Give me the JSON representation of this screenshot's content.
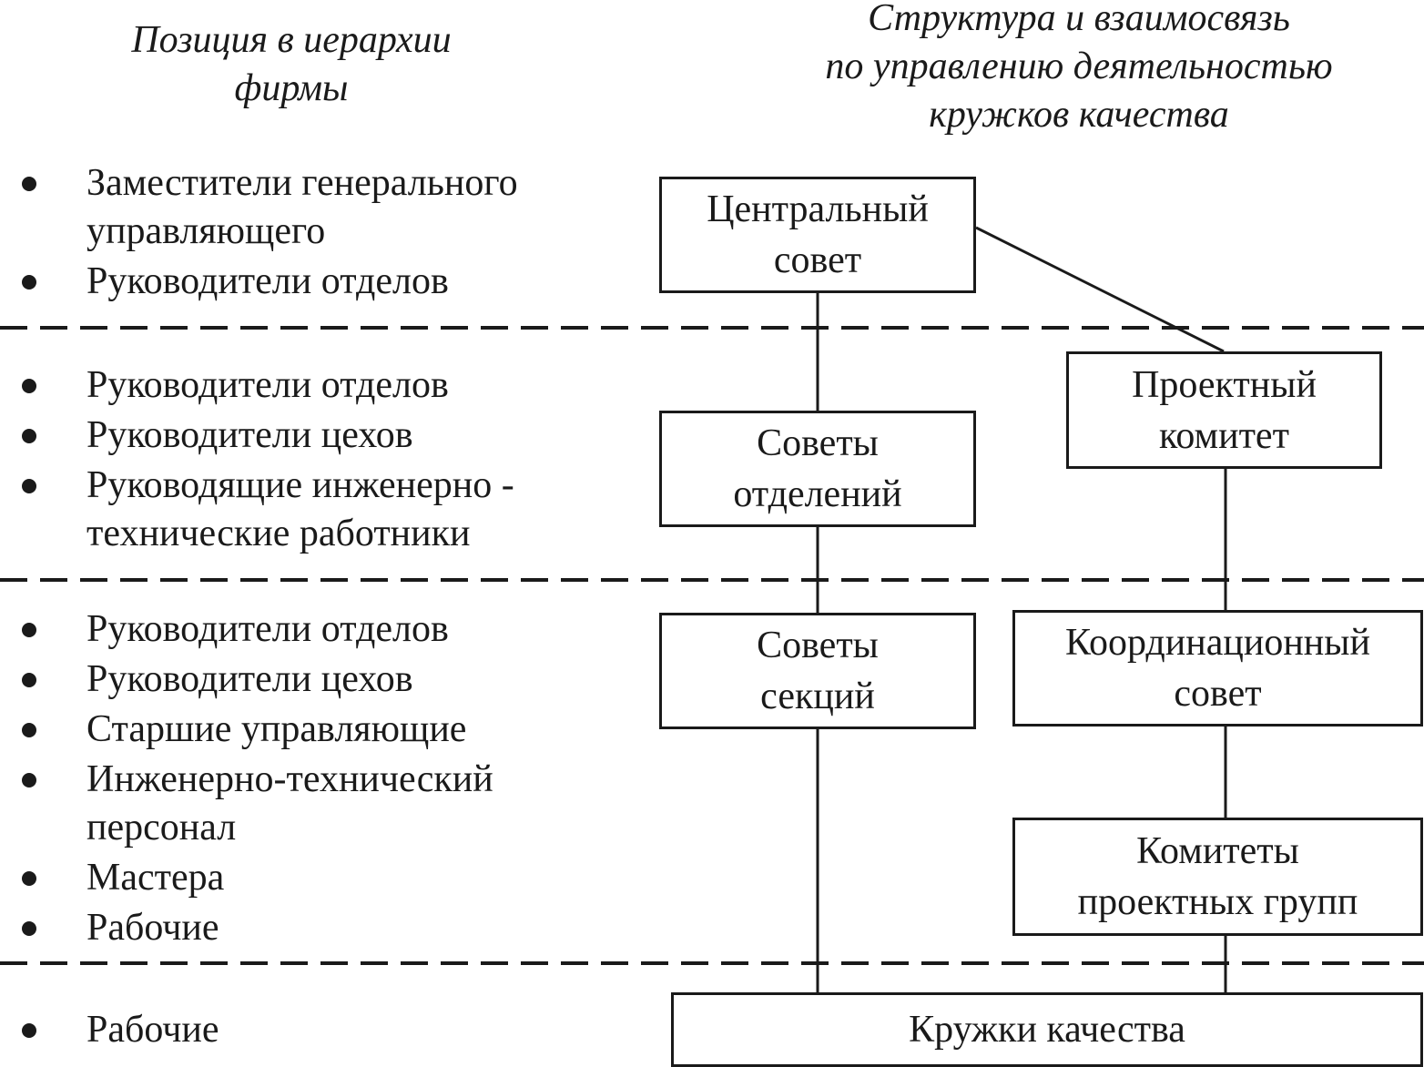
{
  "headings": {
    "left": [
      "Позиция в иерархии",
      "фирмы"
    ],
    "right": [
      "Структура и взаимосвязь",
      "по управлению деятельностью",
      "кружков качества"
    ]
  },
  "levels": [
    {
      "items": [
        [
          "Заместители генерального",
          "управляющего"
        ],
        [
          "Руководители отделов"
        ]
      ]
    },
    {
      "items": [
        [
          "Руководители отделов"
        ],
        [
          "Руководители цехов"
        ],
        [
          "Руководящие инженерно -",
          "технические работники"
        ]
      ]
    },
    {
      "items": [
        [
          "Руководители отделов"
        ],
        [
          "Руководители цехов"
        ],
        [
          "Старшие управляющие"
        ],
        [
          "Инженерно-технический",
          "персонал"
        ],
        [
          "Мастера"
        ],
        [
          "Рабочие"
        ]
      ]
    },
    {
      "items": [
        [
          "Рабочие"
        ]
      ]
    }
  ],
  "boxes": {
    "central": [
      "Центральный",
      "совет"
    ],
    "project": [
      "Проектный",
      "комитет"
    ],
    "division": [
      "Советы",
      "отделений"
    ],
    "section": [
      "Советы",
      "секций"
    ],
    "coord": [
      "Координационный",
      "совет"
    ],
    "pgroups": [
      "Комитеты",
      "проектных групп"
    ],
    "circles": [
      "Кружки качества"
    ]
  },
  "connections": [
    [
      "central",
      "division"
    ],
    [
      "division",
      "section"
    ],
    [
      "section",
      "circles"
    ],
    [
      "central",
      "project"
    ],
    [
      "project",
      "coord"
    ],
    [
      "coord",
      "pgroups"
    ],
    [
      "pgroups",
      "circles"
    ]
  ]
}
